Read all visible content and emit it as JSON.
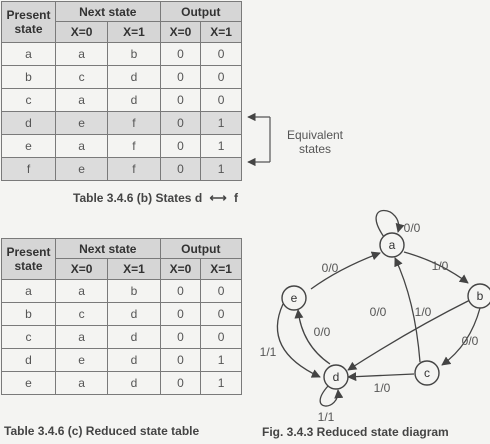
{
  "table_b": {
    "head_present": "Present state",
    "head_next": "Next state",
    "head_output": "Output",
    "sub": [
      "X=0",
      "X=1",
      "X=0",
      "X=1"
    ],
    "rows": [
      [
        "a",
        "a",
        "b",
        "0",
        "0"
      ],
      [
        "b",
        "c",
        "d",
        "0",
        "0"
      ],
      [
        "c",
        "a",
        "d",
        "0",
        "0"
      ],
      [
        "d",
        "e",
        "f",
        "0",
        "1"
      ],
      [
        "e",
        "a",
        "f",
        "0",
        "1"
      ],
      [
        "f",
        "e",
        "f",
        "0",
        "1"
      ]
    ],
    "caption": "Table 3.4.6 (b) States d",
    "caption_arrow": "⟷",
    "caption_end": "f"
  },
  "equivalent_label": [
    "Equivalent",
    "states"
  ],
  "table_c": {
    "head_present": "Present state",
    "head_next": "Next state",
    "head_output": "Output",
    "sub": [
      "X=0",
      "X=1",
      "X=0",
      "X=1"
    ],
    "rows": [
      [
        "a",
        "a",
        "b",
        "0",
        "0"
      ],
      [
        "b",
        "c",
        "d",
        "0",
        "0"
      ],
      [
        "c",
        "a",
        "d",
        "0",
        "0"
      ],
      [
        "d",
        "e",
        "d",
        "0",
        "1"
      ],
      [
        "e",
        "a",
        "d",
        "0",
        "1"
      ]
    ],
    "caption": "Table 3.4.6 (c) Reduced state table"
  },
  "diagram": {
    "nodes": [
      "a",
      "b",
      "c",
      "d",
      "e"
    ],
    "edge_labels": {
      "a_self": "0/0",
      "e_a": "0/0",
      "a_b": "1/0",
      "c_a": "0/0",
      "b_d": "1/0",
      "b_c": "0/0",
      "d_e": "0/0",
      "e_d": "1/1",
      "d_self": "1/1",
      "c_d": "1/0"
    },
    "caption": "Fig. 3.4.3 Reduced state diagram"
  }
}
